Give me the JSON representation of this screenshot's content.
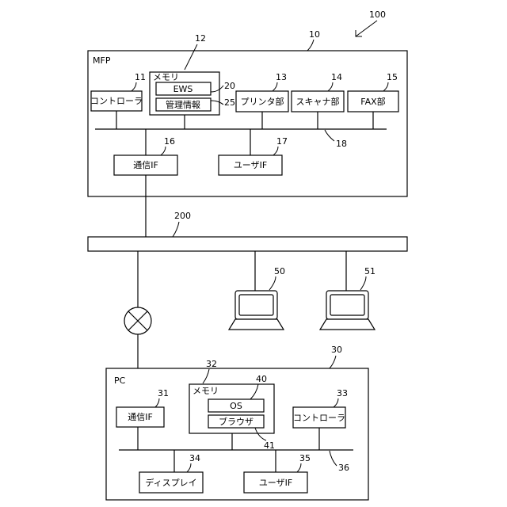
{
  "figure_ref": "100",
  "mfp": {
    "label": "MFP",
    "ref": "10",
    "controller": {
      "label": "コントローラ",
      "ref": "11"
    },
    "memory": {
      "label": "メモリ",
      "ref": "12",
      "ews": {
        "label": "EWS",
        "ref": "20"
      },
      "mgmt": {
        "label": "管理情報",
        "ref": "25"
      }
    },
    "printer": {
      "label": "プリンタ部",
      "ref": "13"
    },
    "scanner": {
      "label": "スキャナ部",
      "ref": "14"
    },
    "fax": {
      "label": "FAX部",
      "ref": "15"
    },
    "bus_ref": "18",
    "comm_if": {
      "label": "通信IF",
      "ref": "16"
    },
    "user_if": {
      "label": "ユーザIF",
      "ref": "17"
    }
  },
  "network": {
    "ref": "200"
  },
  "terminals": [
    {
      "ref": "50"
    },
    {
      "ref": "51"
    }
  ],
  "pc": {
    "label": "PC",
    "ref": "30",
    "memory": {
      "label": "メモリ",
      "ref": "32",
      "os": {
        "label": "OS",
        "ref": "40"
      },
      "browser": {
        "label": "ブラウザ",
        "ref": "41"
      }
    },
    "comm_if": {
      "label": "通信IF",
      "ref": "31"
    },
    "controller": {
      "label": "コントローラ",
      "ref": "33"
    },
    "display": {
      "label": "ディスプレイ",
      "ref": "34"
    },
    "user_if": {
      "label": "ユーザIF",
      "ref": "35"
    },
    "bus_ref": "36"
  }
}
